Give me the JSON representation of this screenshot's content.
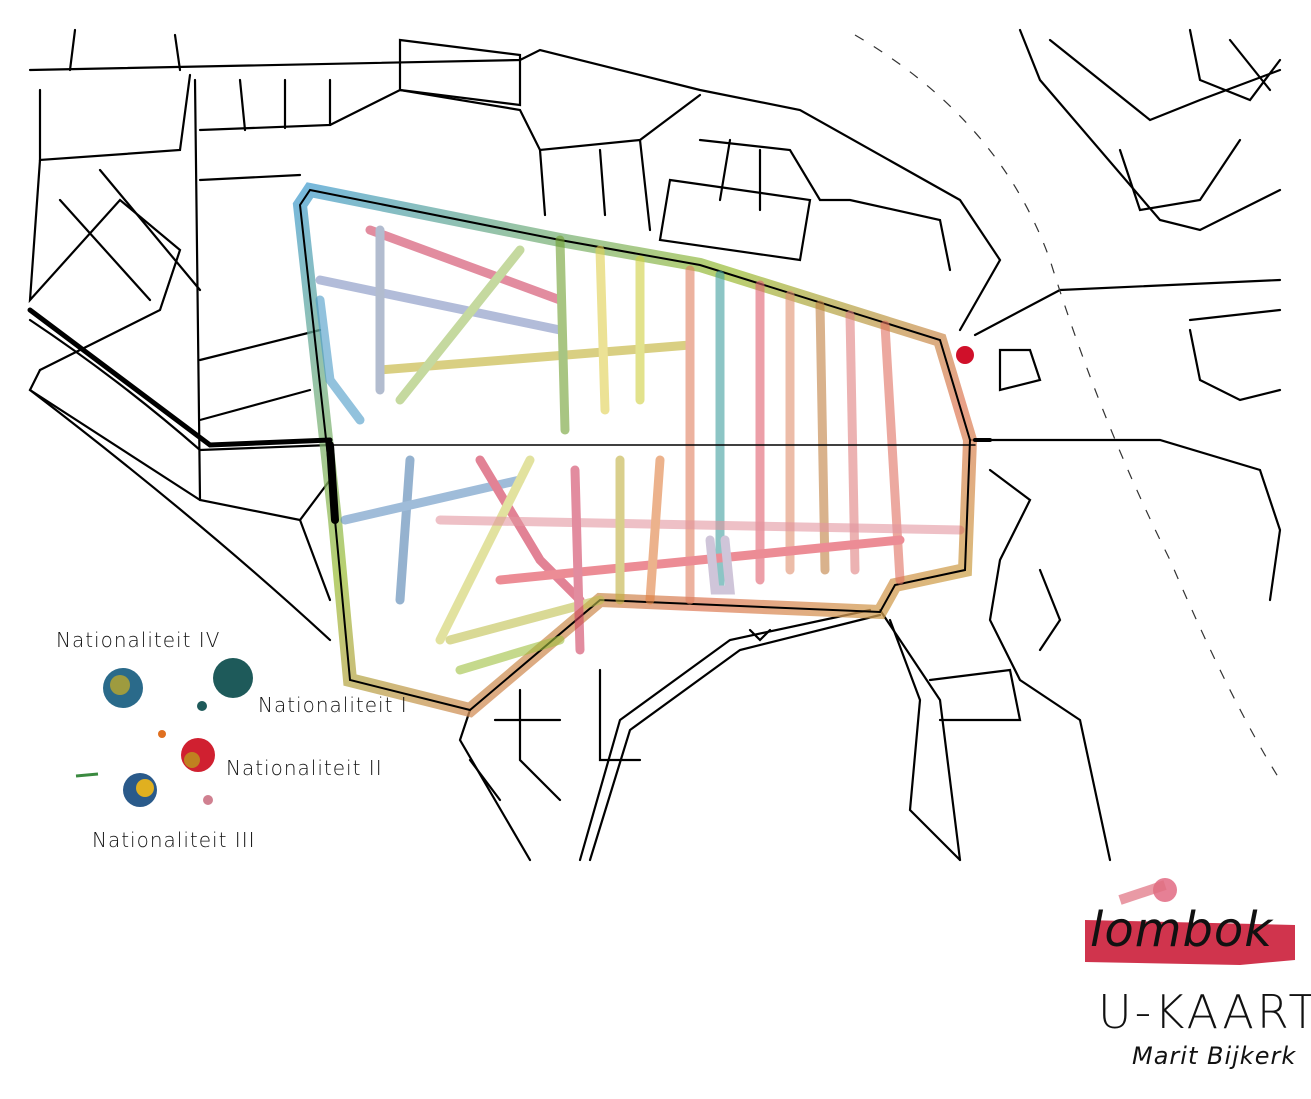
{
  "title": "U-KAART",
  "author": "Marit Bijkerk",
  "logo_text": "lombok",
  "legend": [
    {
      "label": "Nationaliteit IV",
      "color": "#2a6a8a"
    },
    {
      "label": "Nationaliteit I",
      "color": "#1e5a5a"
    },
    {
      "label": "Nationaliteit II",
      "color": "#d02030"
    },
    {
      "label": "Nationaliteit III",
      "color": "#c8a020"
    }
  ],
  "colors": {
    "accent_red": "#c8102e",
    "road": "#000000",
    "district_main": "#1f6f6a"
  }
}
